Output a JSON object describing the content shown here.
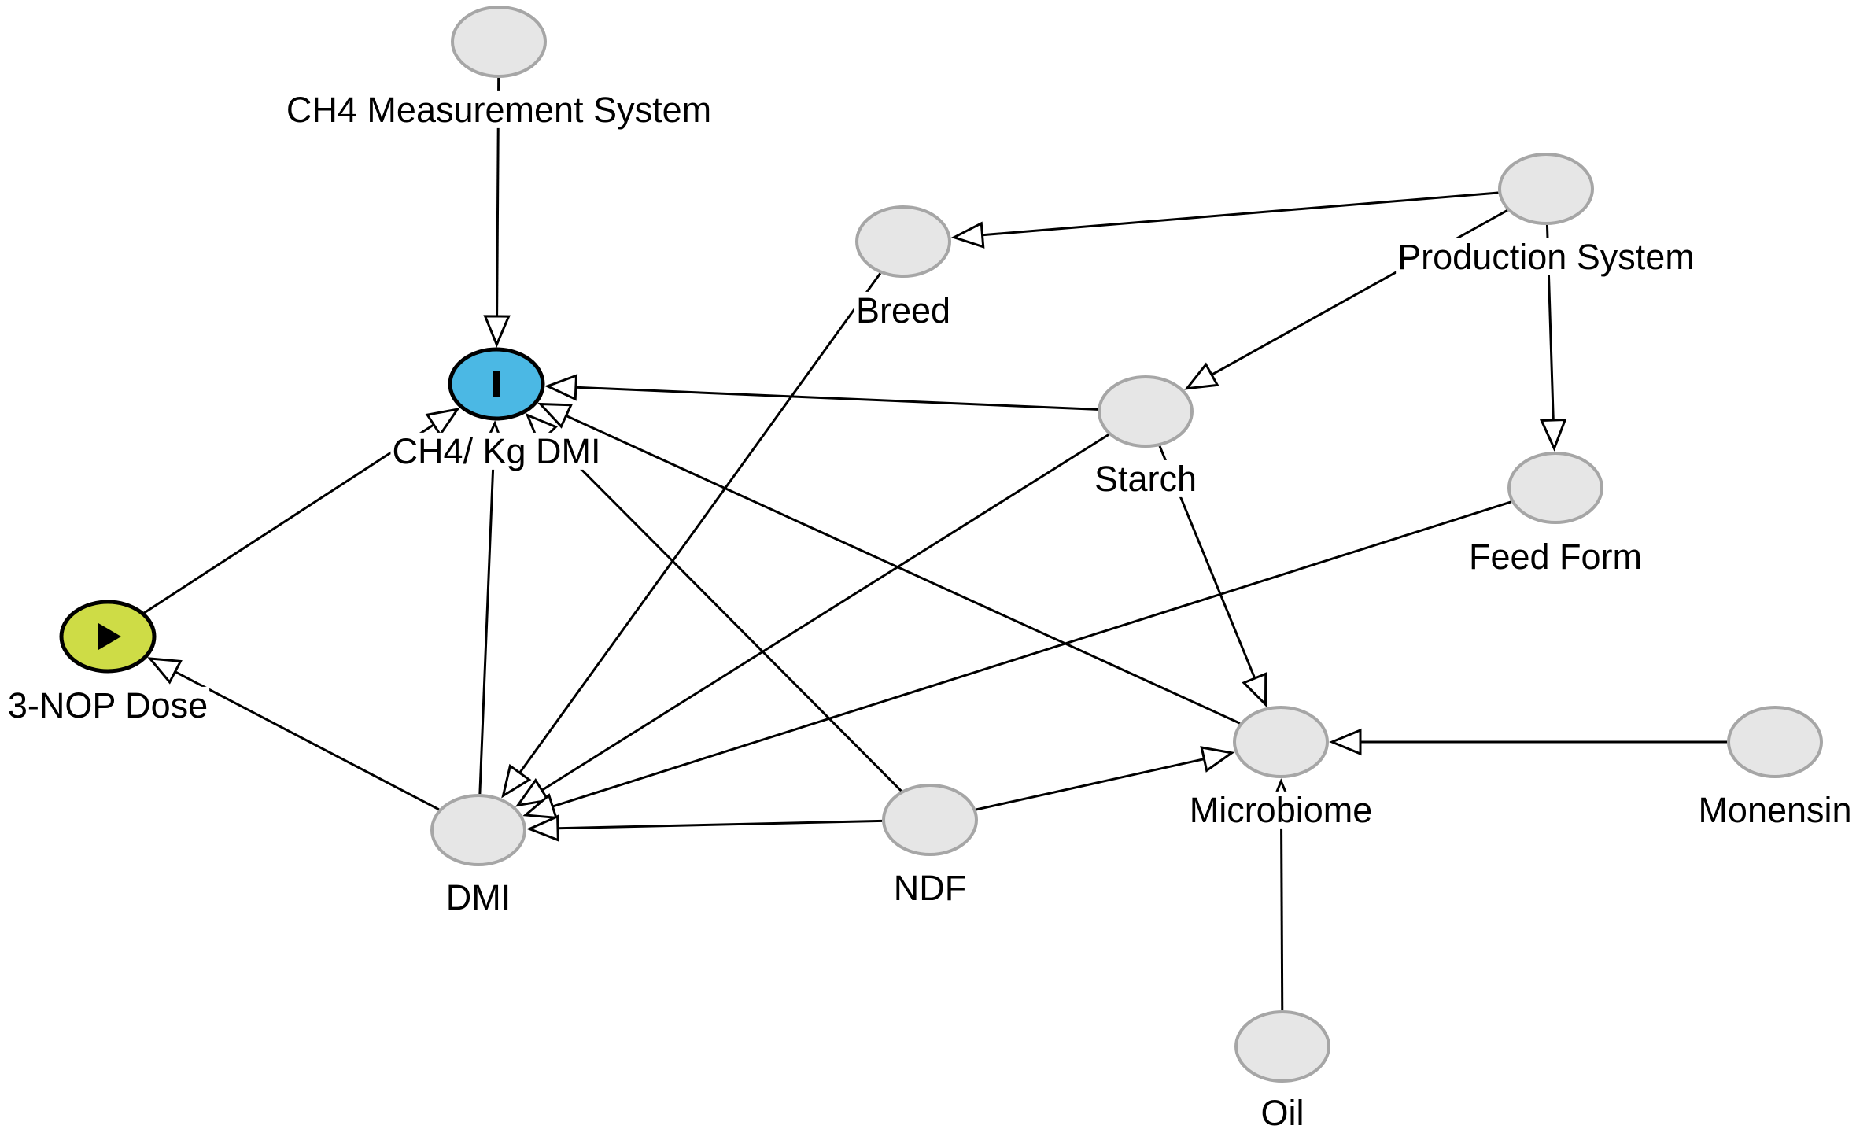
{
  "colors": {
    "node_fill": "#e6e6e6",
    "node_stroke": "#a6a6a6",
    "outcome": "#4bb8e4",
    "exposure": "#cedc46",
    "edge": "#000000"
  },
  "nodes": [
    {
      "id": "ch4ms",
      "label": "CH4 Measurement System",
      "role": "variable"
    },
    {
      "id": "breed",
      "label": "Breed",
      "role": "variable"
    },
    {
      "id": "prod",
      "label": "Production System",
      "role": "variable"
    },
    {
      "id": "ch4kg",
      "label": "CH4/ Kg DMI",
      "role": "outcome",
      "icon": "outcome-bar-icon"
    },
    {
      "id": "starch",
      "label": "Starch",
      "role": "variable"
    },
    {
      "id": "feed",
      "label": "Feed Form",
      "role": "variable"
    },
    {
      "id": "nop",
      "label": "3-NOP Dose",
      "role": "exposure",
      "icon": "play-icon"
    },
    {
      "id": "micro",
      "label": "Microbiome",
      "role": "variable"
    },
    {
      "id": "monensin",
      "label": "Monensin",
      "role": "variable"
    },
    {
      "id": "dmi",
      "label": "DMI",
      "role": "variable"
    },
    {
      "id": "ndf",
      "label": "NDF",
      "role": "variable"
    },
    {
      "id": "oil",
      "label": "Oil",
      "role": "variable"
    }
  ],
  "edges": [
    {
      "from": "ch4ms",
      "to": "ch4kg"
    },
    {
      "from": "prod",
      "to": "breed"
    },
    {
      "from": "prod",
      "to": "starch"
    },
    {
      "from": "prod",
      "to": "feed"
    },
    {
      "from": "starch",
      "to": "ch4kg"
    },
    {
      "from": "starch",
      "to": "micro"
    },
    {
      "from": "starch",
      "to": "dmi"
    },
    {
      "from": "breed",
      "to": "dmi"
    },
    {
      "from": "feed",
      "to": "dmi"
    },
    {
      "from": "nop",
      "to": "ch4kg"
    },
    {
      "from": "dmi",
      "to": "nop"
    },
    {
      "from": "dmi",
      "to": "ch4kg"
    },
    {
      "from": "ndf",
      "to": "ch4kg"
    },
    {
      "from": "ndf",
      "to": "dmi"
    },
    {
      "from": "ndf",
      "to": "micro"
    },
    {
      "from": "micro",
      "to": "ch4kg"
    },
    {
      "from": "monensin",
      "to": "micro"
    },
    {
      "from": "oil",
      "to": "micro"
    }
  ]
}
